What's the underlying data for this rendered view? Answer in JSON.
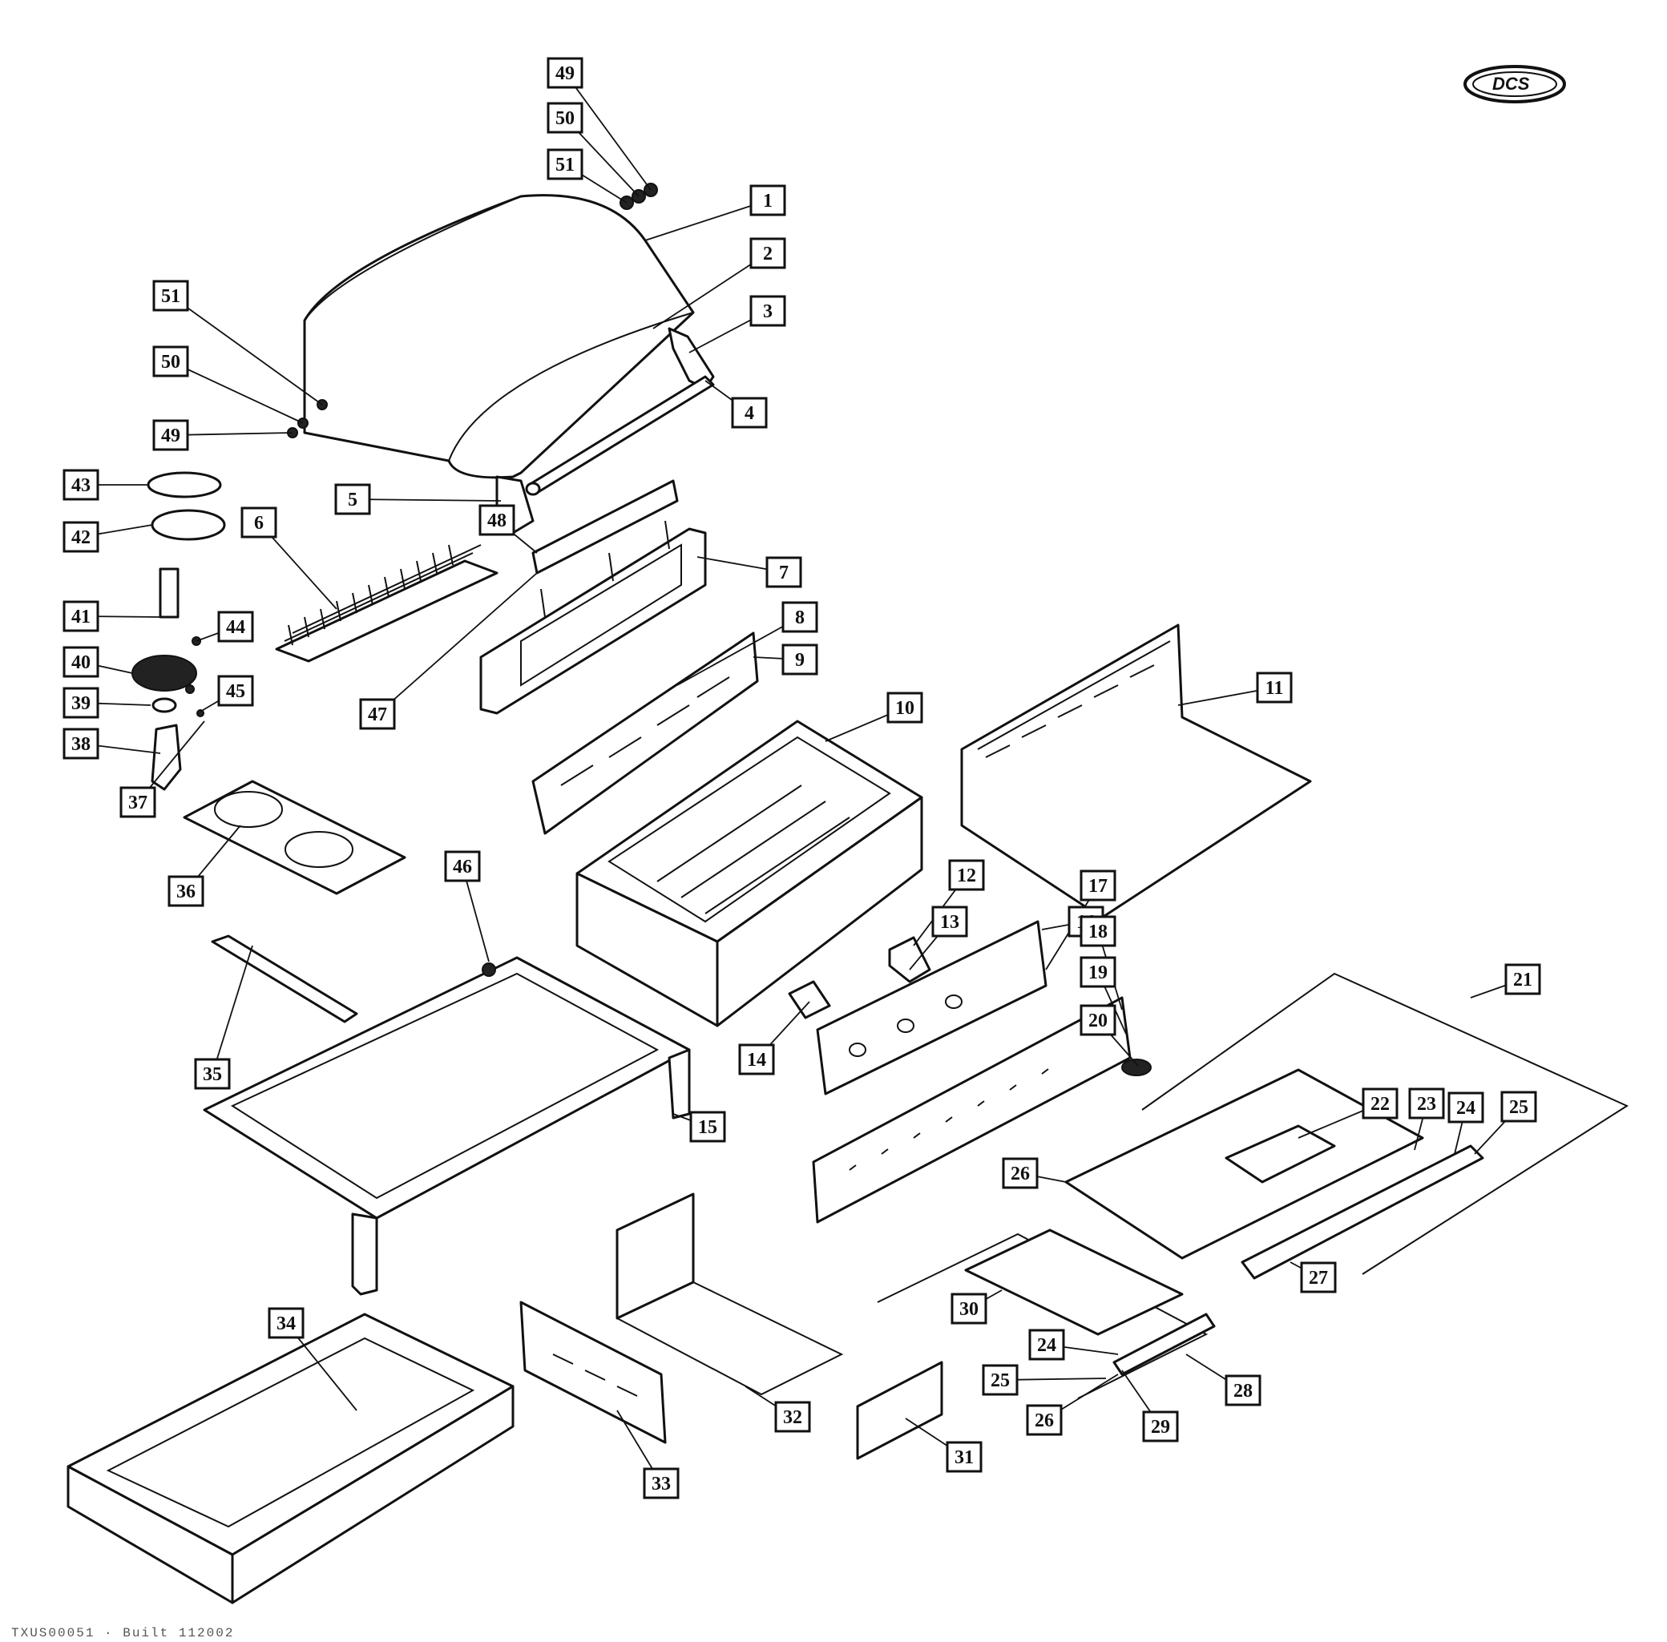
{
  "brand": {
    "logo_text": "DCS"
  },
  "footer": {
    "doc_code": "TXUS00051 · Built 112002"
  },
  "callouts": [
    {
      "id": "c1",
      "number": "1"
    },
    {
      "id": "c2",
      "number": "2"
    },
    {
      "id": "c3",
      "number": "3"
    },
    {
      "id": "c4",
      "number": "4"
    },
    {
      "id": "c5",
      "number": "5"
    },
    {
      "id": "c6",
      "number": "6"
    },
    {
      "id": "c7",
      "number": "7"
    },
    {
      "id": "c8",
      "number": "8"
    },
    {
      "id": "c9",
      "number": "9"
    },
    {
      "id": "c10",
      "number": "10"
    },
    {
      "id": "c11",
      "number": "11"
    },
    {
      "id": "c12",
      "number": "12"
    },
    {
      "id": "c13",
      "number": "13"
    },
    {
      "id": "c14",
      "number": "14"
    },
    {
      "id": "c15",
      "number": "15"
    },
    {
      "id": "c16",
      "number": "16"
    },
    {
      "id": "c17",
      "number": "17"
    },
    {
      "id": "c18",
      "number": "18"
    },
    {
      "id": "c19",
      "number": "19"
    },
    {
      "id": "c20",
      "number": "20"
    },
    {
      "id": "c21",
      "number": "21"
    },
    {
      "id": "c22",
      "number": "22"
    },
    {
      "id": "c23",
      "number": "23"
    },
    {
      "id": "c24a",
      "number": "24"
    },
    {
      "id": "c25a",
      "number": "25"
    },
    {
      "id": "c26a",
      "number": "26"
    },
    {
      "id": "c27",
      "number": "27"
    },
    {
      "id": "c30",
      "number": "30"
    },
    {
      "id": "c24b",
      "number": "24"
    },
    {
      "id": "c25b",
      "number": "25"
    },
    {
      "id": "c26b",
      "number": "26"
    },
    {
      "id": "c29",
      "number": "29"
    },
    {
      "id": "c28",
      "number": "28"
    },
    {
      "id": "c31",
      "number": "31"
    },
    {
      "id": "c32",
      "number": "32"
    },
    {
      "id": "c33",
      "number": "33"
    },
    {
      "id": "c34",
      "number": "34"
    },
    {
      "id": "c35",
      "number": "35"
    },
    {
      "id": "c36",
      "number": "36"
    },
    {
      "id": "c37",
      "number": "37"
    },
    {
      "id": "c38",
      "number": "38"
    },
    {
      "id": "c39",
      "number": "39"
    },
    {
      "id": "c40",
      "number": "40"
    },
    {
      "id": "c41",
      "number": "41"
    },
    {
      "id": "c42",
      "number": "42"
    },
    {
      "id": "c43",
      "number": "43"
    },
    {
      "id": "c44",
      "number": "44"
    },
    {
      "id": "c45",
      "number": "45"
    },
    {
      "id": "c46",
      "number": "46"
    },
    {
      "id": "c47",
      "number": "47"
    },
    {
      "id": "c48",
      "number": "48"
    },
    {
      "id": "c49a",
      "number": "49"
    },
    {
      "id": "c50a",
      "number": "50"
    },
    {
      "id": "c51a",
      "number": "51"
    },
    {
      "id": "c49b",
      "number": "49"
    },
    {
      "id": "c50b",
      "number": "50"
    },
    {
      "id": "c51b",
      "number": "51"
    }
  ]
}
